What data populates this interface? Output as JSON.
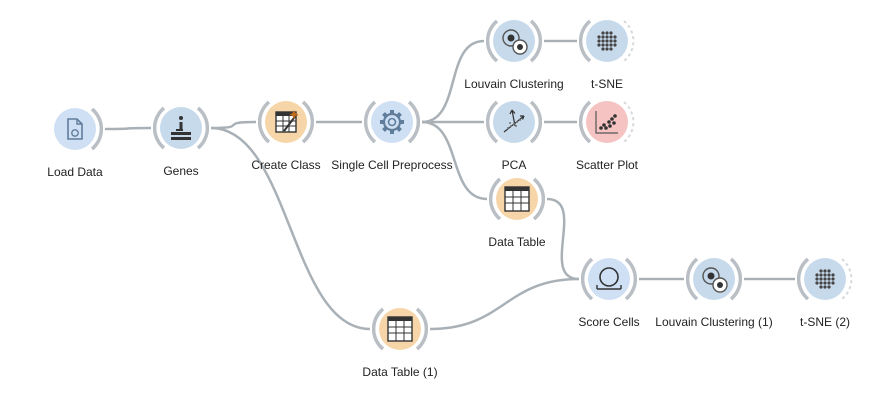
{
  "colors": {
    "link": "#a9b1b7",
    "input_disc": "#cfe0f4",
    "input_icon": "#607d9c",
    "transform_disc": "#c7daeb",
    "table_disc": "#f6d6a9",
    "plot_disc": "#f6c3c3",
    "arc": "#b9bfc4"
  },
  "widgets": [
    {
      "id": "load-data",
      "label": "Load Data",
      "icon": "file-icon",
      "kind": "input"
    },
    {
      "id": "genes",
      "label": "Genes",
      "icon": "gene-info-icon",
      "kind": "transform"
    },
    {
      "id": "create-class",
      "label": "Create Class",
      "icon": "create-class-icon",
      "kind": "table"
    },
    {
      "id": "single-cell-preprocess",
      "label": "Single Cell Preprocess",
      "icon": "gear-icon",
      "kind": "input"
    },
    {
      "id": "louvain-clustering",
      "label": "Louvain Clustering",
      "icon": "louvain-icon",
      "kind": "transform"
    },
    {
      "id": "t-sne",
      "label": "t-SNE",
      "icon": "tsne-icon",
      "kind": "transform"
    },
    {
      "id": "pca",
      "label": "PCA",
      "icon": "pca-icon",
      "kind": "transform"
    },
    {
      "id": "scatter-plot",
      "label": "Scatter Plot",
      "icon": "scatter-plot-icon",
      "kind": "plot"
    },
    {
      "id": "data-table",
      "label": "Data Table",
      "icon": "table-icon",
      "kind": "table"
    },
    {
      "id": "score-cells",
      "label": "Score Cells",
      "icon": "score-cells-icon",
      "kind": "input"
    },
    {
      "id": "louvain-clustering-1",
      "label": "Louvain Clustering (1)",
      "icon": "louvain-icon",
      "kind": "transform"
    },
    {
      "id": "t-sne-2",
      "label": "t-SNE (2)",
      "icon": "tsne-icon",
      "kind": "transform"
    },
    {
      "id": "data-table-1",
      "label": "Data Table (1)",
      "icon": "table-icon",
      "kind": "table"
    }
  ],
  "links": [
    [
      "load-data",
      "genes"
    ],
    [
      "genes",
      "create-class"
    ],
    [
      "create-class",
      "single-cell-preprocess"
    ],
    [
      "single-cell-preprocess",
      "louvain-clustering"
    ],
    [
      "louvain-clustering",
      "t-sne"
    ],
    [
      "single-cell-preprocess",
      "pca"
    ],
    [
      "pca",
      "scatter-plot"
    ],
    [
      "single-cell-preprocess",
      "data-table"
    ],
    [
      "data-table",
      "score-cells"
    ],
    [
      "genes",
      "data-table-1"
    ],
    [
      "data-table-1",
      "score-cells"
    ],
    [
      "score-cells",
      "louvain-clustering-1"
    ],
    [
      "louvain-clustering-1",
      "t-sne-2"
    ]
  ]
}
